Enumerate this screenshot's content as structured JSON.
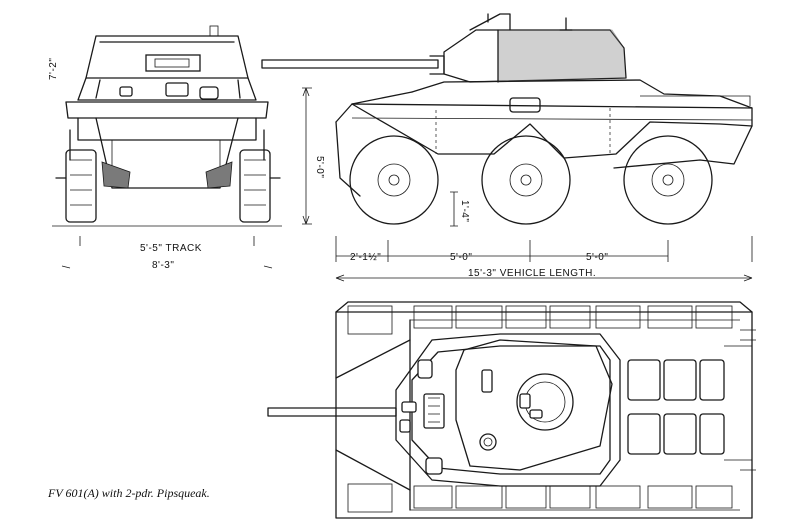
{
  "dimensions": {
    "track": "5'-5\" TRACK",
    "overall_width": "8'-3\"",
    "height": "5'-0\"",
    "ground_clearance": "1'-4\"",
    "front_overhang": "2'-1½\"",
    "wheelbase_front": "5'-0\"",
    "wheelbase_rear": "5'-0\"",
    "vehicle_length": "15'-3\" VEHICLE LENGTH.",
    "front_side_label": "7'-2\""
  },
  "caption": "FV 601(A) with 2-pdr. Pipsqueak."
}
